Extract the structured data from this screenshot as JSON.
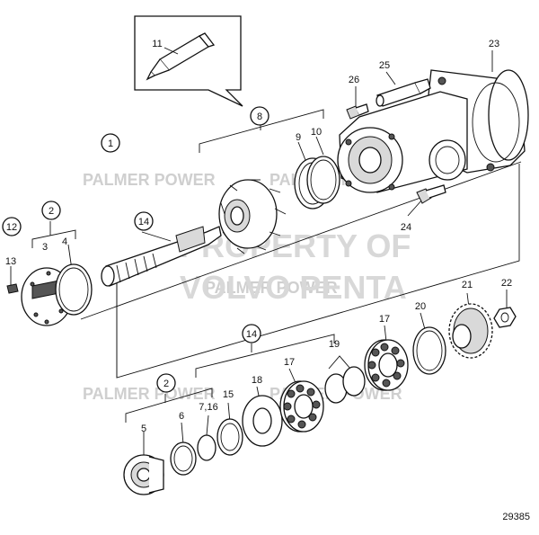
{
  "callouts": {
    "c1": "1",
    "c2a": "2",
    "c2b": "2",
    "c3": "3",
    "c4": "4",
    "c5": "5",
    "c6": "6",
    "c7_16": "7,16",
    "c8": "8",
    "c9": "9",
    "c10": "10",
    "c11": "11",
    "c12": "12",
    "c13": "13",
    "c14a": "14",
    "c14b": "14",
    "c15": "15",
    "c17a": "17",
    "c17b": "17",
    "c18": "18",
    "c19": "19",
    "c20": "20",
    "c21": "21",
    "c22": "22",
    "c23": "23",
    "c24": "24",
    "c25": "25",
    "c26": "26"
  },
  "watermarks": {
    "palmer": "PALMER POWER",
    "property_line1": "PROPERTY OF",
    "property_line2": "VOLVO PENTA"
  },
  "drawing_number": "29385"
}
